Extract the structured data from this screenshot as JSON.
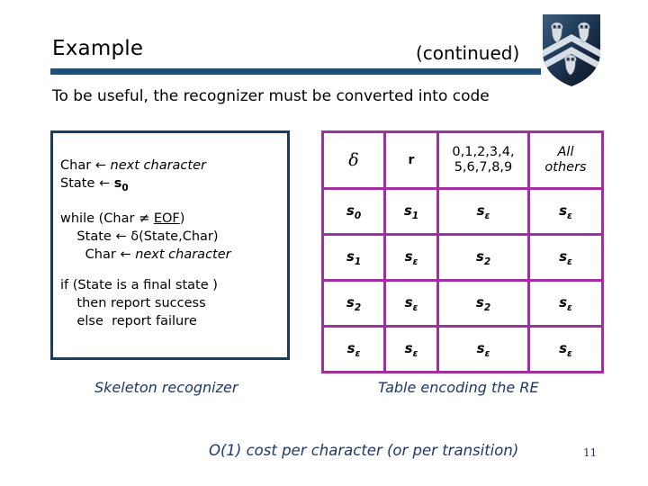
{
  "slide": {
    "title": "Example",
    "title_suffix": "(continued)",
    "subtitle": "To be useful, the recognizer must be converted into code",
    "page_number": "11",
    "logo_name": "rice-university-shield"
  },
  "colors": {
    "rule": "#1F4E79",
    "code_border": "#1C3D5E",
    "table_border": "#A0309D",
    "caption": "#1F3864",
    "text": "#000000"
  },
  "code": {
    "block1": [
      {
        "plain": "Char ",
        "arrow": "←",
        "italic": " next character"
      },
      {
        "plain": "State ",
        "arrow": "←",
        "bold_sub_base": "s",
        "sub": "0"
      }
    ],
    "line_char_next": "Char ← next character",
    "line_state_s0": "State ← s0",
    "line_while": "while (Char ≠ EOF)",
    "while_pre": "while (Char ≠ ",
    "while_eof": "EOF",
    "while_post": ")",
    "line_state_delta_pre": "    State ← ",
    "line_state_delta_sym": "δ",
    "line_state_delta_post": "(State,Char)",
    "line_char_next2_pre": "      Char ← ",
    "line_char_next2_it": "next character",
    "line_if": "if (State is a final state )",
    "line_then": "    then report success",
    "line_else": "    else  report failure"
  },
  "table": {
    "columns": [
      {
        "key": "delta",
        "label": "δ"
      },
      {
        "key": "r",
        "label": "r"
      },
      {
        "key": "digits",
        "label": "0,1,2,3,4,\n5,6,7,8,9"
      },
      {
        "key": "others",
        "label": "All\nothers"
      }
    ],
    "rows": [
      {
        "state": "s",
        "state_sub": "0",
        "cells": [
          {
            "base": "s",
            "sub": "1"
          },
          {
            "base": "s",
            "sub": "ε"
          },
          {
            "base": "s",
            "sub": "ε"
          }
        ]
      },
      {
        "state": "s",
        "state_sub": "1",
        "cells": [
          {
            "base": "s",
            "sub": "ε"
          },
          {
            "base": "s",
            "sub": "2"
          },
          {
            "base": "s",
            "sub": "ε"
          }
        ]
      },
      {
        "state": "s",
        "state_sub": "2",
        "cells": [
          {
            "base": "s",
            "sub": "ε"
          },
          {
            "base": "s",
            "sub": "2"
          },
          {
            "base": "s",
            "sub": "ε"
          }
        ]
      },
      {
        "state": "s",
        "state_sub": "ε",
        "cells": [
          {
            "base": "s",
            "sub": "ε"
          },
          {
            "base": "s",
            "sub": "ε"
          },
          {
            "base": "s",
            "sub": "ε"
          }
        ]
      }
    ]
  },
  "captions": {
    "left": "Skeleton recognizer",
    "right": "Table encoding the RE",
    "footer": "O(1) cost per character   (or per transition)"
  }
}
